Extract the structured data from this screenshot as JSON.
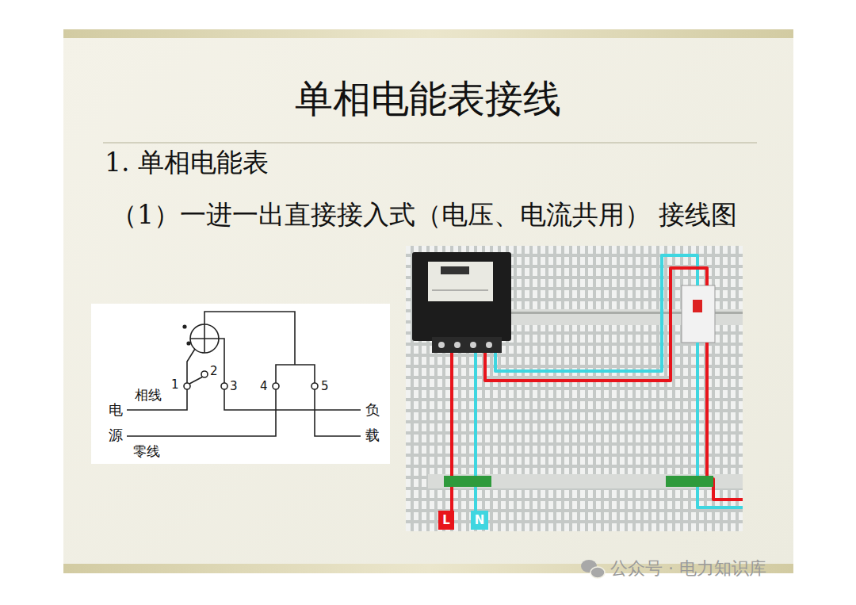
{
  "diagram": {
    "title": "单相电能表接线",
    "nodes": [
      {
        "text": [
          "L"
        ]
      },
      {
        "text": [
          "N"
        ]
      }
    ],
    "labels": [
      "1. 单相电能表",
      "（1）一进一出直接接入式（电压、电流共用） 接线图",
      "1",
      "2",
      "3",
      "4",
      "5",
      "相线",
      "电",
      "源",
      "零线",
      "负",
      "载",
      "公众号 · 电力知识库"
    ]
  }
}
